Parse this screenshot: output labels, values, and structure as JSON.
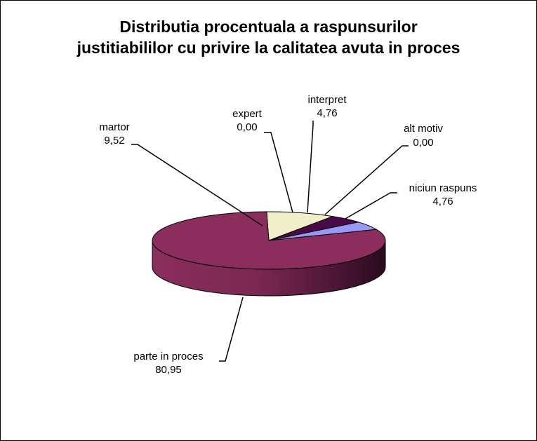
{
  "chart_data": {
    "type": "pie",
    "title_lines": [
      "Distributia procentuala a raspunsurilor",
      "justitiabililor cu privire la calitatea avuta in proces"
    ],
    "slices": [
      {
        "category": "martor",
        "value": 9.52,
        "value_label": "9,52",
        "color": "#F1EFC8"
      },
      {
        "category": "expert",
        "value": 0.0,
        "value_label": "0,00",
        "color": "#8B2E5D"
      },
      {
        "category": "interpret",
        "value": 4.76,
        "value_label": "4,76",
        "color": "#4A0A4A"
      },
      {
        "category": "alt motiv",
        "value": 0.0,
        "value_label": "0,00",
        "color": "#FFFFFF"
      },
      {
        "category": "niciun raspuns",
        "value": 4.76,
        "value_label": "4,76",
        "color": "#9999F5"
      },
      {
        "category": "parte in proces",
        "value": 80.95,
        "value_label": "80,95",
        "color": "#8B2E5D"
      }
    ],
    "legend": "none",
    "three_d": true
  },
  "colors": {
    "frame_border": "#000000",
    "leader_line": "#000000",
    "main_side_dark": "#2A0A1E"
  }
}
